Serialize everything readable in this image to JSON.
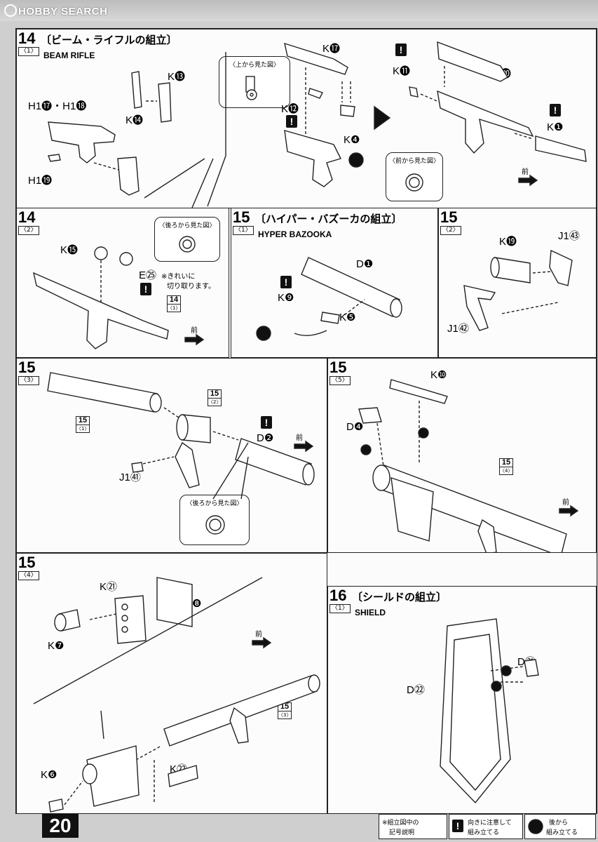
{
  "site": {
    "logo": "HOBBY SEARCH"
  },
  "page_number": "20",
  "steps": {
    "s14_1": {
      "num": "14",
      "sub": "〈1〉",
      "title_jp": "〔ビーム・ライフルの組立〕",
      "title_en": "BEAM RIFLE",
      "parts": {
        "k13": "K⓭",
        "k14": "K⓮",
        "h17h18": "H1⓱・H1⓲",
        "h19": "H1⓳",
        "k17": "K⓱",
        "k12": "K⓬",
        "k4": "K❹",
        "k11": "K⓫",
        "k20": "K⓴",
        "k1": "K❶"
      },
      "view_top": "〈上から見た図〉",
      "view_front": "〈前から見た図〉",
      "front": "前"
    },
    "s14_2": {
      "num": "14",
      "sub": "〈2〉",
      "parts": {
        "k15": "K⓯",
        "e25": "E㉕"
      },
      "view_back": "〈後ろから見た図〉",
      "note_line1": "※きれいに",
      "note_line2": "切り取ります。",
      "ref_num": "14",
      "ref_sub": "〈1〉",
      "front": "前"
    },
    "s15_1": {
      "num": "15",
      "sub": "〈1〉",
      "title_jp": "〔ハイパー・バズーカの組立〕",
      "title_en": "HYPER BAZOOKA",
      "parts": {
        "d1": "D❶",
        "k9": "K❾",
        "k5": "K❺"
      }
    },
    "s15_2": {
      "num": "15",
      "sub": "〈2〉",
      "parts": {
        "k19": "K⓳",
        "j143": "J1㊸",
        "j142": "J1㊷"
      }
    },
    "s15_3": {
      "num": "15",
      "sub": "〈3〉",
      "parts": {
        "d2": "D❷",
        "j141": "J1㊶"
      },
      "view_back": "〈後ろから見た図〉",
      "ref_a_num": "15",
      "ref_a_sub": "〈1〉",
      "ref_b_num": "15",
      "ref_b_sub": "〈2〉",
      "front": "前"
    },
    "s15_5": {
      "num": "15",
      "sub": "〈5〉",
      "parts": {
        "k10": "K❿",
        "d4": "D❹"
      },
      "ref_num": "15",
      "ref_sub": "〈4〉",
      "front": "前"
    },
    "s15_4": {
      "num": "15",
      "sub": "〈4〉",
      "parts": {
        "k21": "K㉑",
        "k8": "K❽",
        "k7": "K❼",
        "k6": "K❻",
        "k22": "K㉒"
      },
      "ref_num": "15",
      "ref_sub": "〈3〉",
      "front": "前"
    },
    "s16_1": {
      "num": "16",
      "sub": "〈1〉",
      "title_jp": "〔シールドの組立〕",
      "title_en": "SHIELD",
      "parts": {
        "d21": "D㉑",
        "d22": "D㉒"
      }
    }
  },
  "legend": {
    "intro_line1": "※組立図中の",
    "intro_line2": "記号説明",
    "warn_symbol": "!",
    "warn_line1": "向きに注意して",
    "warn_line2": "組み立てる",
    "back_line1": "後から",
    "back_line2": "組み立てる"
  }
}
